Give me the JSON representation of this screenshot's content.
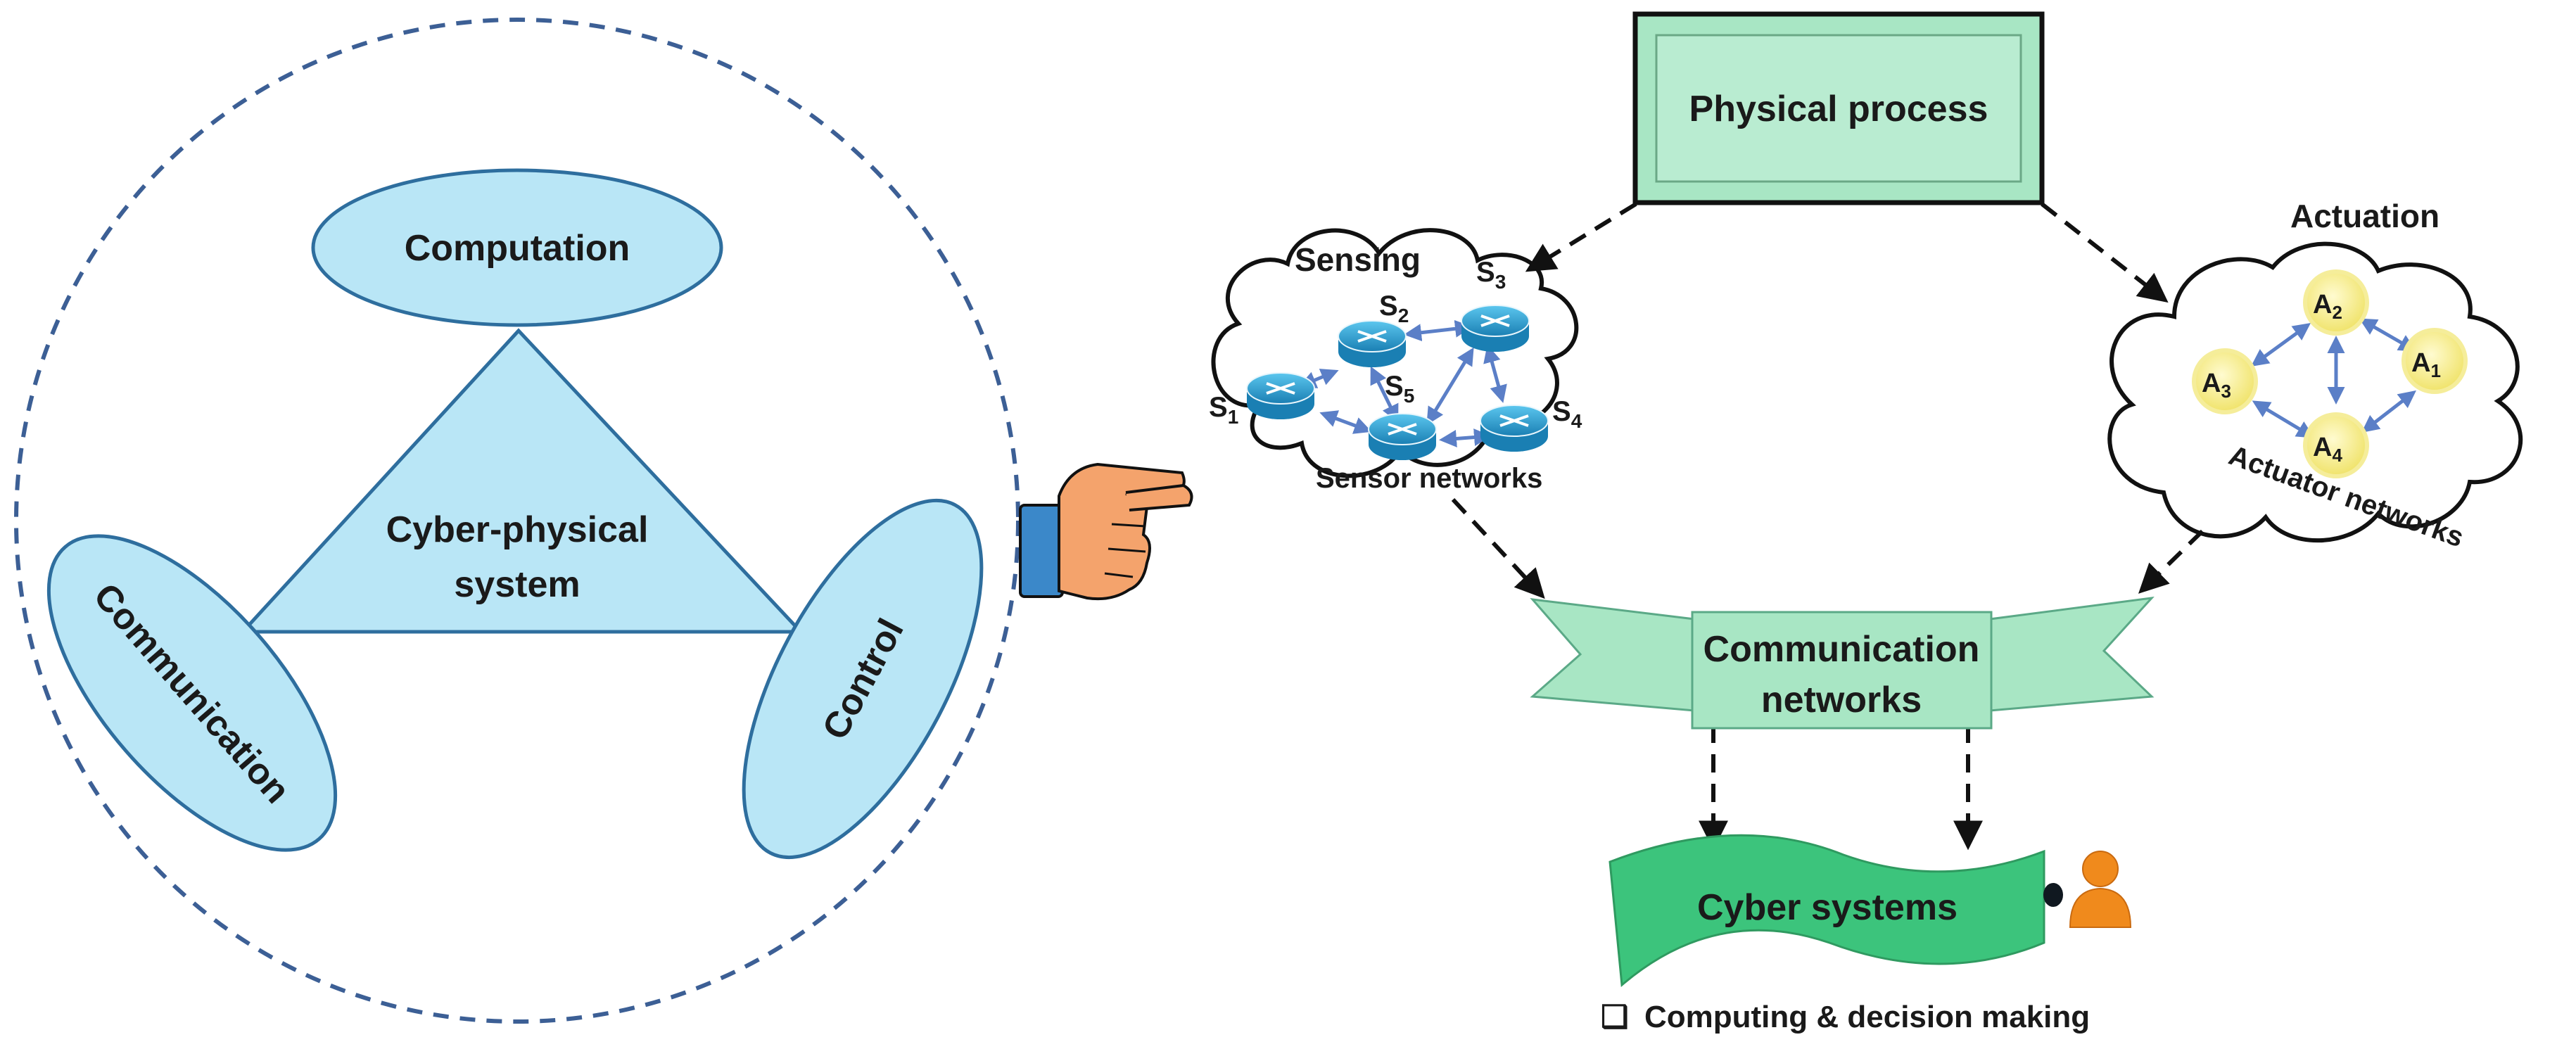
{
  "left_panel": {
    "center_label_line1": "Cyber-physical",
    "center_label_line2": "system",
    "computation": "Computation",
    "communication": "Communication",
    "control": "Control"
  },
  "right_panel": {
    "physical_process": "Physical process",
    "sensing_title": "Sensing",
    "sensor_networks": "Sensor networks",
    "actuation_title": "Actuation",
    "actuator_networks": "Actuator networks",
    "comm_line1": "Communication",
    "comm_line2": "networks",
    "cyber_systems": "Cyber systems",
    "computing_note": "Computing & decision making",
    "checkbox_glyph": "❑"
  },
  "sensors": [
    {
      "id": "s1",
      "letter": "S",
      "sub": "1"
    },
    {
      "id": "s2",
      "letter": "S",
      "sub": "2"
    },
    {
      "id": "s3",
      "letter": "S",
      "sub": "3"
    },
    {
      "id": "s4",
      "letter": "S",
      "sub": "4"
    },
    {
      "id": "s5",
      "letter": "S",
      "sub": "5"
    }
  ],
  "actuators": [
    {
      "id": "a1",
      "letter": "A",
      "sub": "1"
    },
    {
      "id": "a2",
      "letter": "A",
      "sub": "2"
    },
    {
      "id": "a3",
      "letter": "A",
      "sub": "3"
    },
    {
      "id": "a4",
      "letter": "A",
      "sub": "4"
    }
  ],
  "colors": {
    "light_blue": "#b9e6f6",
    "blue_stroke": "#2e6e9e",
    "mint": "#a8e6c4",
    "green": "#3cc47c",
    "router": "#1f8fc4",
    "actuator_node": "#f6ee86",
    "arrow_blue": "#5b7fc7",
    "person": "#f08a1c"
  }
}
